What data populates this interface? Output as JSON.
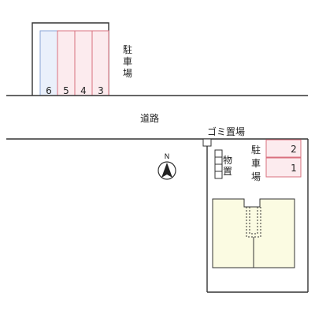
{
  "map": {
    "colors": {
      "line": "#333333",
      "slot_blue_fill": "#eaf0fb",
      "slot_blue_stroke": "#8aa4d6",
      "slot_pink_fill": "#fcebee",
      "slot_pink_stroke": "#d9707f",
      "building_fill": "#fbfbe2"
    },
    "top_lot": {
      "label_chars": [
        "駐",
        "車",
        "場"
      ],
      "slots": [
        "6",
        "5",
        "4",
        "3"
      ]
    },
    "road_label": "道路",
    "garbage_label": "ゴミ置場",
    "storage_label_chars": [
      "物",
      "置"
    ],
    "right_lot": {
      "label_chars": [
        "駐",
        "車",
        "場"
      ],
      "slots": [
        "2",
        "1"
      ]
    },
    "compass": {
      "label": "N",
      "icon": "north-arrow-icon"
    }
  }
}
